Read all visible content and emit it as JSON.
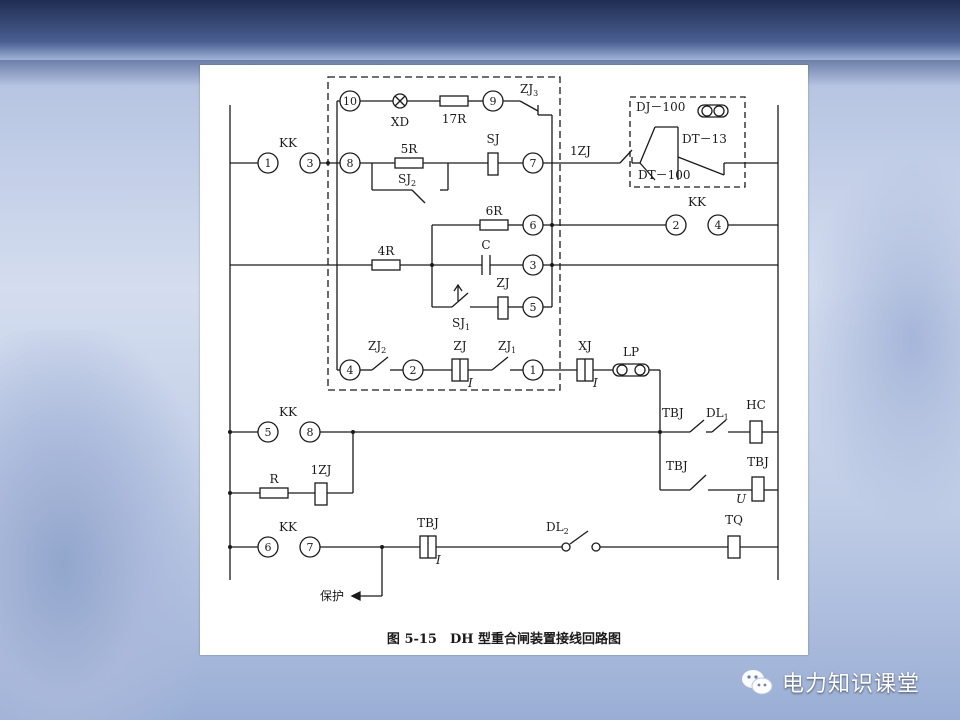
{
  "caption": "图 5-15　DH 型重合闸装置接线回路图",
  "watermark": "电力知识课堂",
  "labels": {
    "kk": "KK",
    "xd": "XD",
    "r17": "17R",
    "zj3": "ZJ",
    "zj3_sub": "3",
    "r5": "5R",
    "sj": "SJ",
    "sj2": "SJ",
    "sj2_sub": "2",
    "zj1_relay": "1ZJ",
    "dj100": "DJ－100",
    "dt13": "DT－13",
    "dt100": "DT－100",
    "r6": "6R",
    "c": "C",
    "r4": "4R",
    "zj": "ZJ",
    "sj1": "SJ",
    "sj1_sub": "1",
    "zj2": "ZJ",
    "zj2_sub": "2",
    "zj_i": "ZJ",
    "i": "I",
    "zj1": "ZJ",
    "zj1_sub": "1",
    "xj": "XJ",
    "lp": "LP",
    "tbj": "TBJ",
    "dl1": "DL",
    "dl1_sub": "1",
    "hc": "HC",
    "u": "U",
    "r": "R",
    "r1zj": "1ZJ",
    "dl2": "DL",
    "dl2_sub": "2",
    "tq": "TQ",
    "protection": "保护"
  },
  "terminals": {
    "kk1": "1",
    "kk3": "3",
    "t10": "10",
    "t9": "9",
    "t8": "8",
    "t7": "7",
    "t6": "6",
    "t3": "3",
    "t5": "5",
    "t4": "4",
    "t2": "2",
    "t1": "1",
    "kk2": "2",
    "kk4": "4",
    "kk5": "5",
    "kk8": "8",
    "kk6": "6",
    "kk7": "7"
  }
}
